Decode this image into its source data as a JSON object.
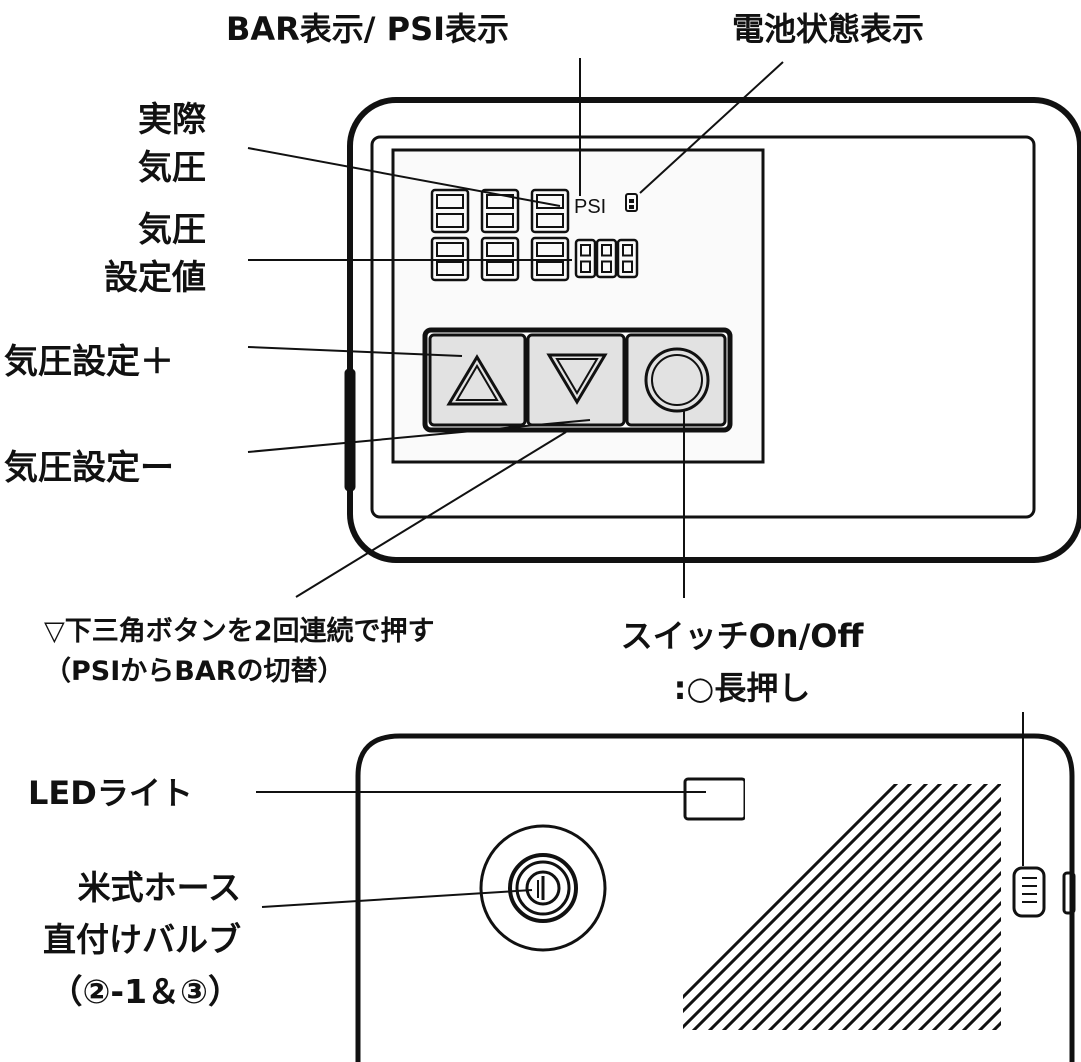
{
  "labels": {
    "bar_psi_display": "BAR表示/ PSI表示",
    "battery_status": "電池状態表示",
    "actual_pressure": [
      "実際",
      "気圧"
    ],
    "set_pressure": [
      "気圧",
      "設定値"
    ],
    "pressure_plus": "気圧設定＋",
    "pressure_minus": "気圧設定ー",
    "down_triangle_note": [
      "▽下三角ボタンを2回連続で押す",
      "（PSIからBARの切替）"
    ],
    "switch_note": [
      "スイッチOn/Off",
      ":○長押し"
    ],
    "led_light": "LEDライト",
    "valve": [
      "米式ホース",
      "直付けバルブ",
      "（②-1＆③）"
    ]
  },
  "display": {
    "unit": "PSI",
    "digits_top": "888",
    "digits_bottom": "888",
    "digits_small": "888"
  },
  "colors": {
    "line": "#111111",
    "button_fill": "#e2e2e2"
  }
}
